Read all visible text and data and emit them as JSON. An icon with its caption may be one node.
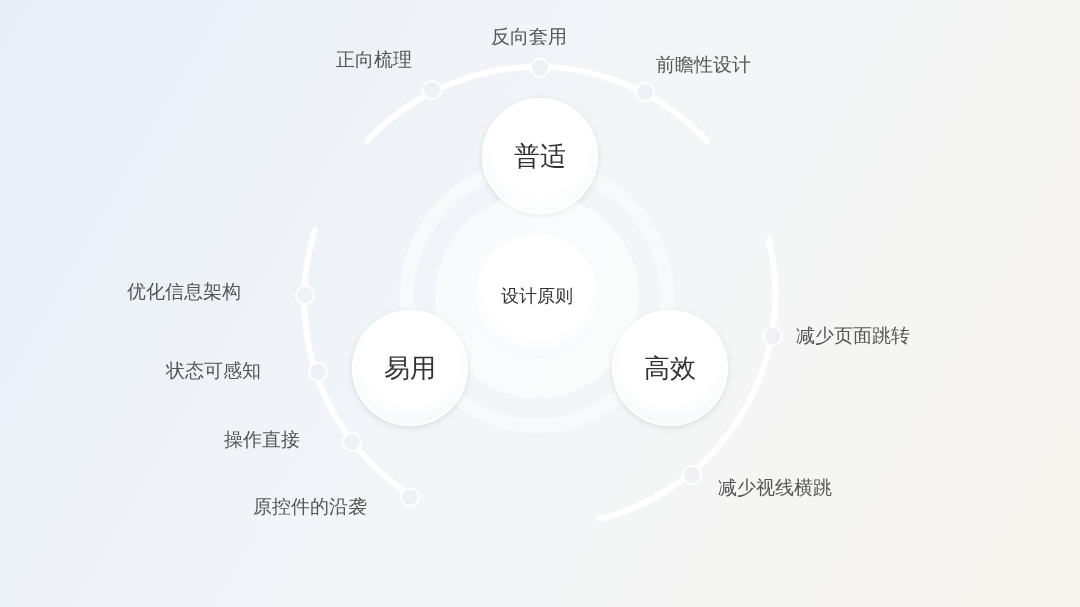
{
  "diagram": {
    "nodes": [
      {
        "text": [
          "普适"
        ]
      },
      {
        "text": [
          "设计原则"
        ]
      },
      {
        "text": [
          "易用"
        ]
      },
      {
        "text": [
          "高效"
        ]
      }
    ],
    "labels": [
      "反向套用",
      "正向梳理",
      "前瞻性设计",
      "优化信息架构",
      "减少页面跳转",
      "状态可感知",
      "操作直接",
      "减少视线横跳",
      "原控件的沿袭"
    ]
  }
}
